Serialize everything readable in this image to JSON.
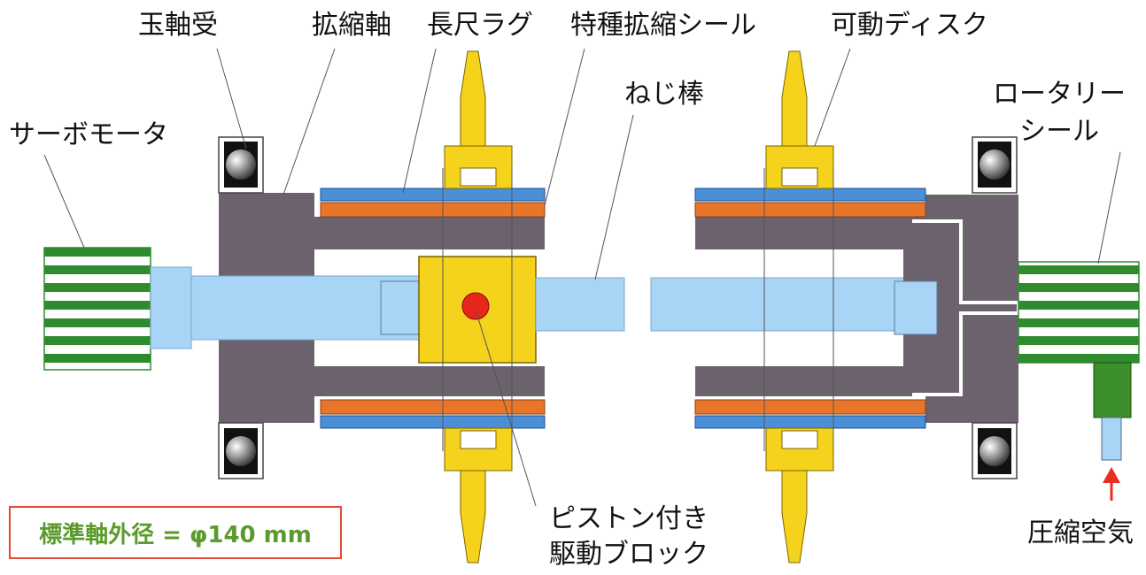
{
  "labels": {
    "ball_bearing": "玉軸受",
    "expansion_shaft": "拡縮軸",
    "long_lug": "長尺ラグ",
    "special_seal": "特種拡縮シール",
    "movable_disc": "可動ディスク",
    "screw_rod": "ねじ棒",
    "servo_motor": "サーボモータ",
    "rotary_seal_line1": "ロータリー",
    "rotary_seal_line2": "シール",
    "piston_block_line1": "ピストン付き",
    "piston_block_line2": "駆動ブロック",
    "compressed_air": "圧縮空気"
  },
  "spec": "標準軸外径 = φ140 mm",
  "colors": {
    "shaft_gray": "#6b626e",
    "rod_blue": "#a8d4f5",
    "lug_yellow": "#f5d21c",
    "seal_orange": "#e8762a",
    "seal_blue": "#4a8fd8",
    "motor_green": "#2e8b2e",
    "piston_red": "#e8251a",
    "air_arrow_red": "#e83020",
    "spec_text_green": "#5b9a2b",
    "spec_border_red": "#e34a33"
  }
}
